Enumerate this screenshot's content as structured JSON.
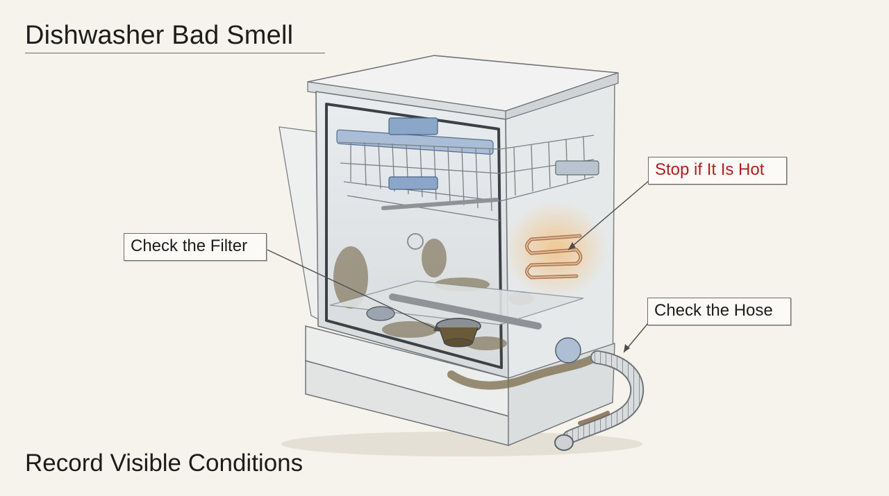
{
  "title": "Dishwasher Bad Smell",
  "footer": "Record Visible Conditions",
  "callouts": {
    "filter": "Check the Filter",
    "hot": "Stop if It Is Hot",
    "hose": "Check the Hose"
  },
  "colors": {
    "warning": "#b01f1f",
    "heat_glow": "#f2c183",
    "grime": "#6b5a3a",
    "blue_parts": "#8aa6c8"
  }
}
